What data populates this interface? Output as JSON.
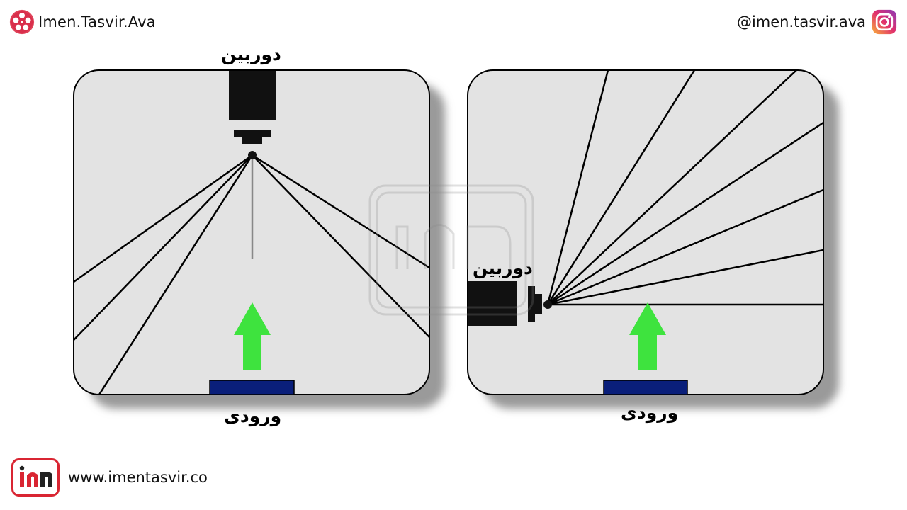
{
  "header": {
    "brand_name": "Imen.Tasvir.Ava",
    "instagram_handle": "@imen.tasvir.ava",
    "brand_icon": "film-reel-icon",
    "instagram_icon": "instagram-icon"
  },
  "footer": {
    "website": "www.imentasvir.co",
    "logo_icon": "imentasvir-logo-icon"
  },
  "diagrams": {
    "left": {
      "camera_label": "دوربین",
      "entrance_label": "ورودی"
    },
    "right": {
      "camera_label": "دوربین",
      "entrance_label": "ورودی"
    }
  },
  "colors": {
    "panel_fill": "#e3e3e3",
    "arrow": "#3ee33e",
    "entrance_bar": "#0a1f7a",
    "camera": "#111111",
    "instagram_gradient": [
      "#f9b13a",
      "#e1306c",
      "#8a3ab9"
    ],
    "brand_red": "#d92532"
  }
}
